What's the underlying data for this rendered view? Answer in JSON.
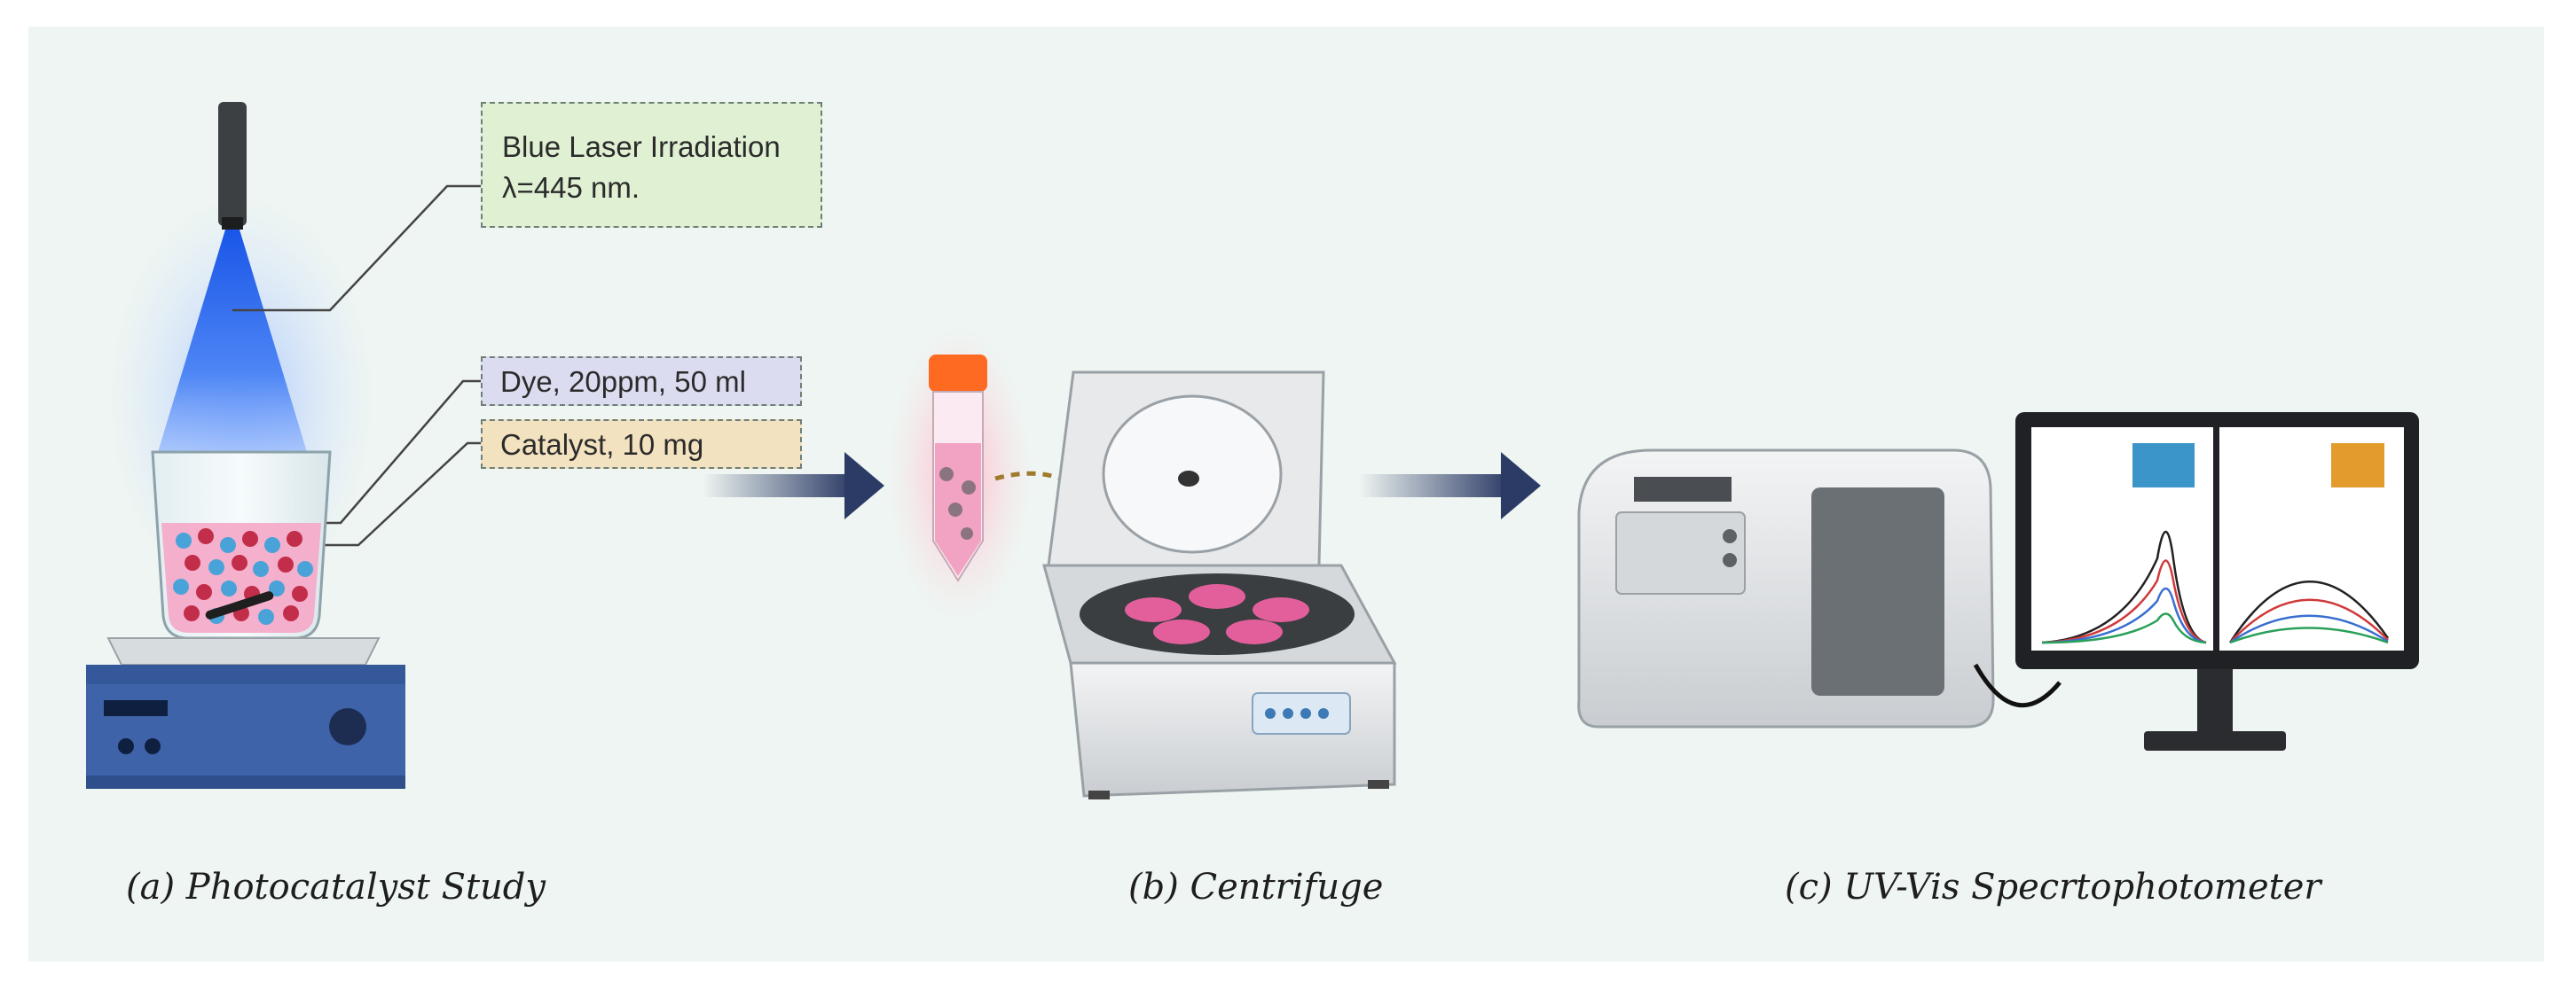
{
  "callouts": {
    "laser_line1": "Blue Laser Irradiation",
    "laser_line2": "λ=445 nm.",
    "dye": "Dye, 20ppm, 50 ml",
    "catalyst": "Catalyst, 10 mg"
  },
  "captions": {
    "a": "(a) Photocatalyst Study",
    "b": "(b) Centrifuge",
    "c": "(c) UV-Vis Specrtophotometer"
  },
  "colors": {
    "background": "#eef5f2",
    "laser": "#2f6ff2",
    "arrow": "#2c3b66",
    "solution": "#f4a9c8",
    "tube_cap": "#ff6a22",
    "stirrer": "#3e63a8"
  }
}
